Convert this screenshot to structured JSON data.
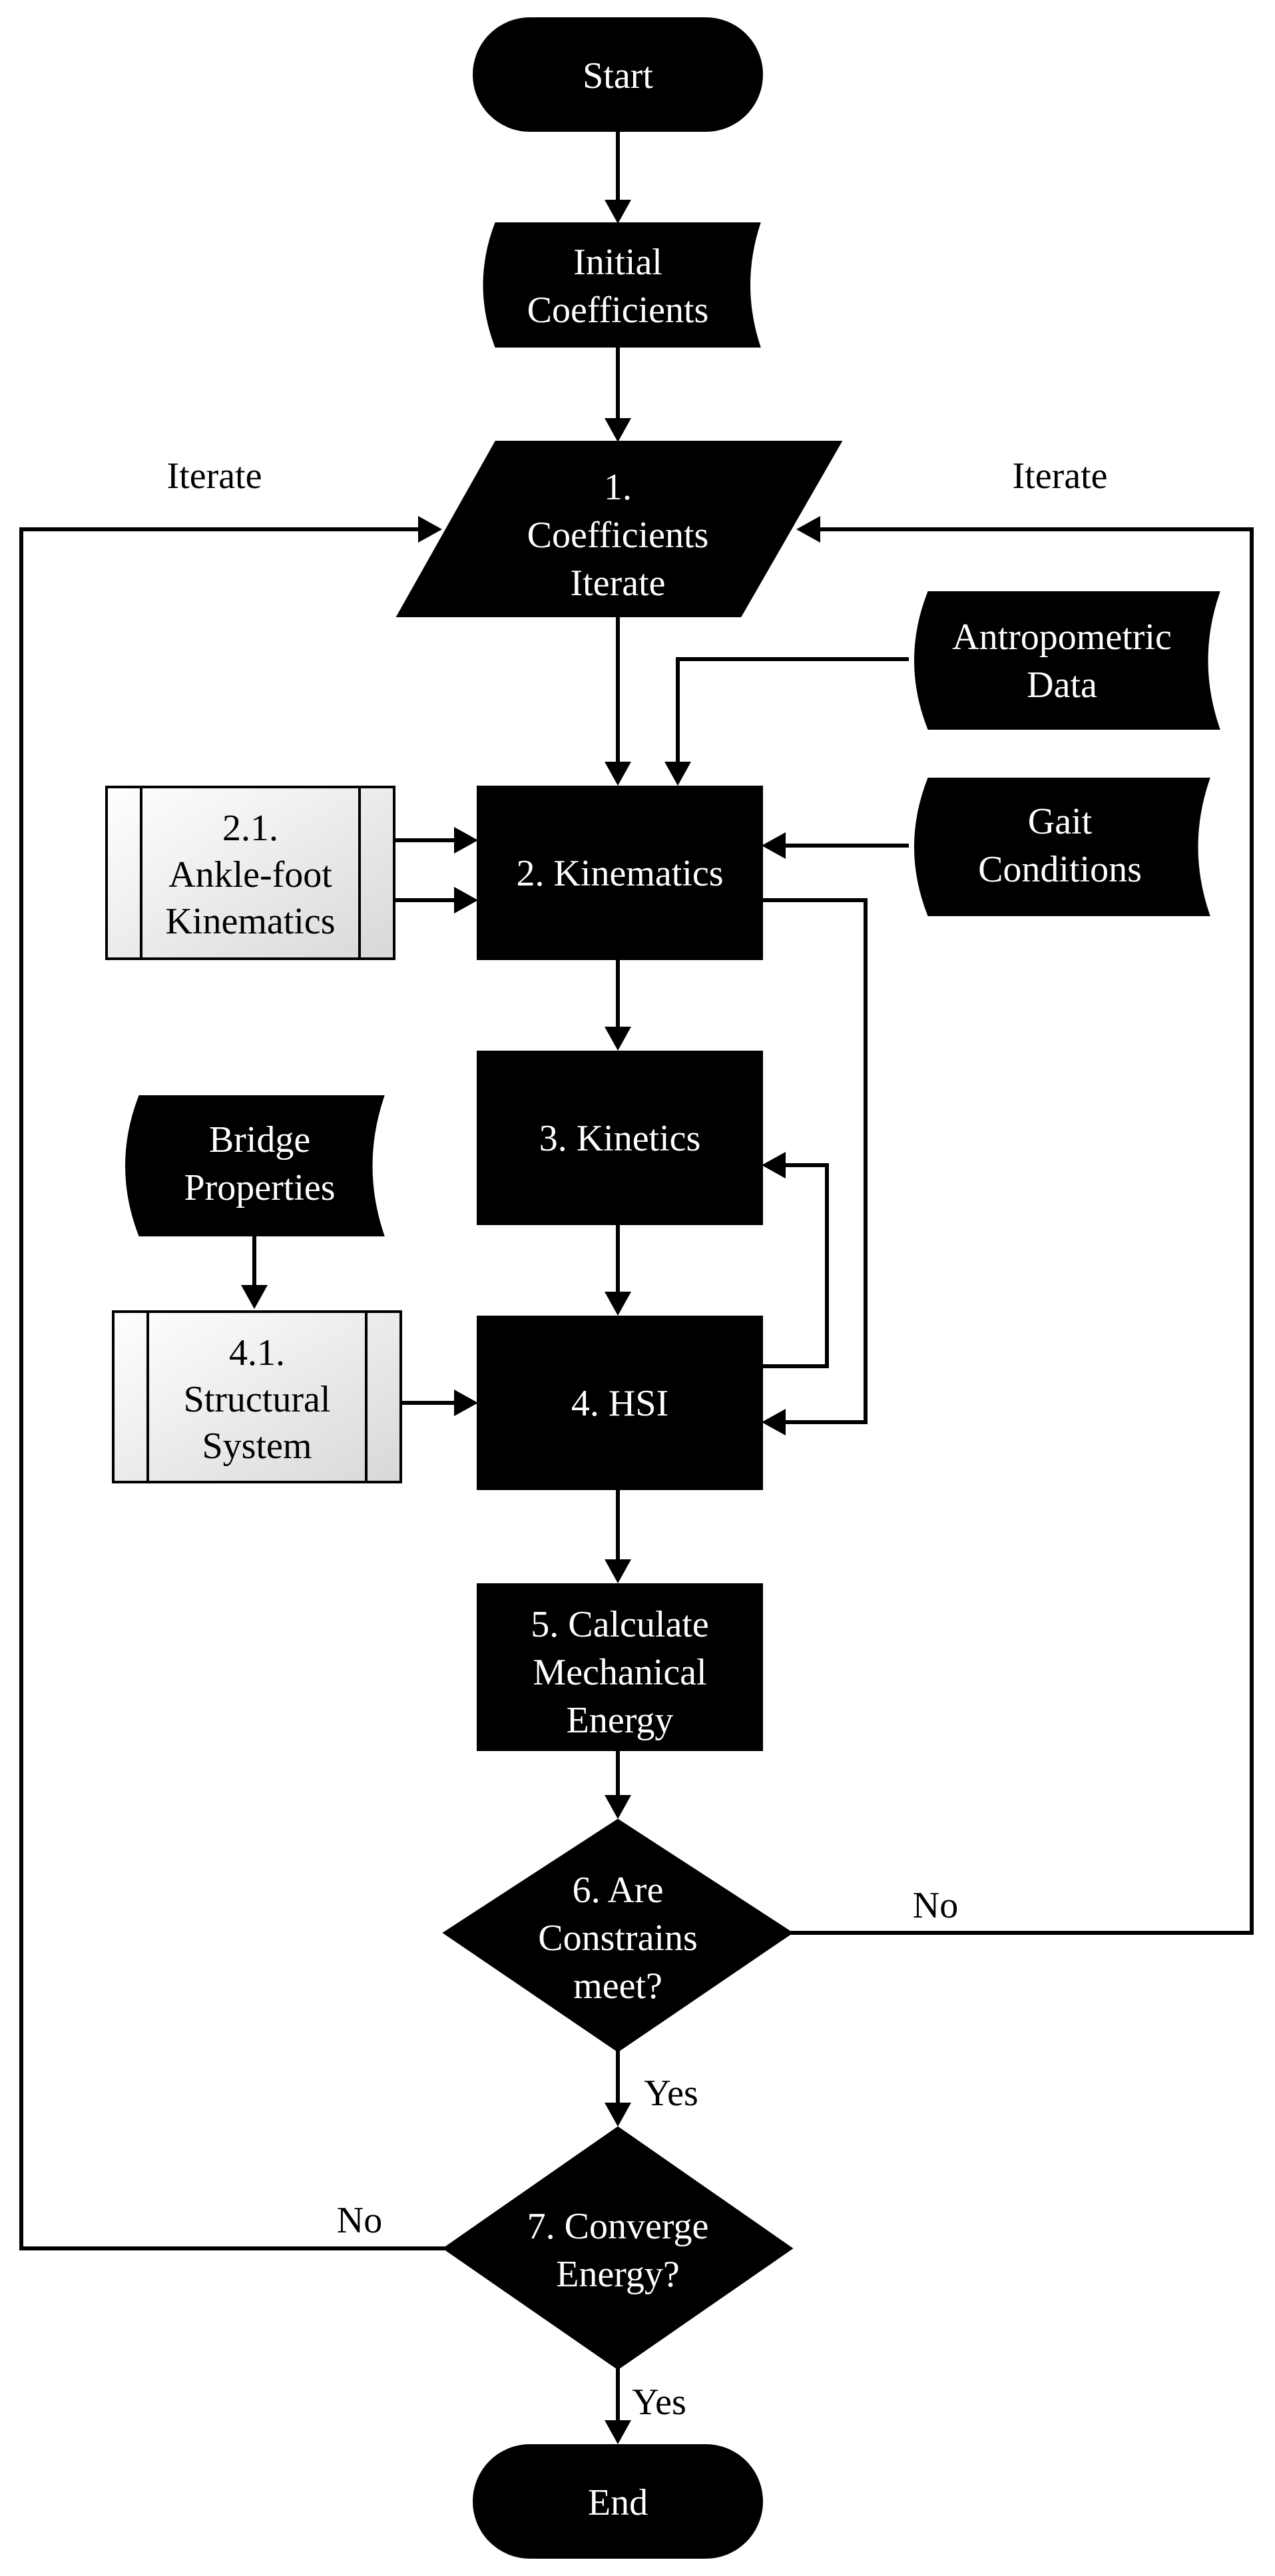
{
  "nodes": {
    "start": "Start",
    "initial_coefficients": [
      "Initial",
      "Coefficients"
    ],
    "coefficients_iterate": [
      "1.",
      "Coefficients",
      "Iterate"
    ],
    "antropometric_data": [
      "Antropometric",
      "Data"
    ],
    "gait_conditions": [
      "Gait",
      "Conditions"
    ],
    "ankle_foot_kinematics": [
      "2.1.",
      "Ankle-foot",
      "Kinematics"
    ],
    "kinematics": "2. Kinematics",
    "bridge_properties": [
      "Bridge",
      "Properties"
    ],
    "kinetics": "3. Kinetics",
    "structural_system": [
      "4.1.",
      "Structural",
      "System"
    ],
    "hsi": "4. HSI",
    "calculate_energy": [
      "5. Calculate",
      "Mechanical",
      "Energy"
    ],
    "constraints_decision": [
      "6. Are",
      "Constrains",
      "meet?"
    ],
    "converge_decision": [
      "7. Converge",
      "Energy?"
    ],
    "end": "End"
  },
  "edge_labels": {
    "iterate_left": "Iterate",
    "iterate_right": "Iterate",
    "no_constraints": "No",
    "yes_constraints": "Yes",
    "no_converge": "No",
    "yes_converge": "Yes"
  }
}
